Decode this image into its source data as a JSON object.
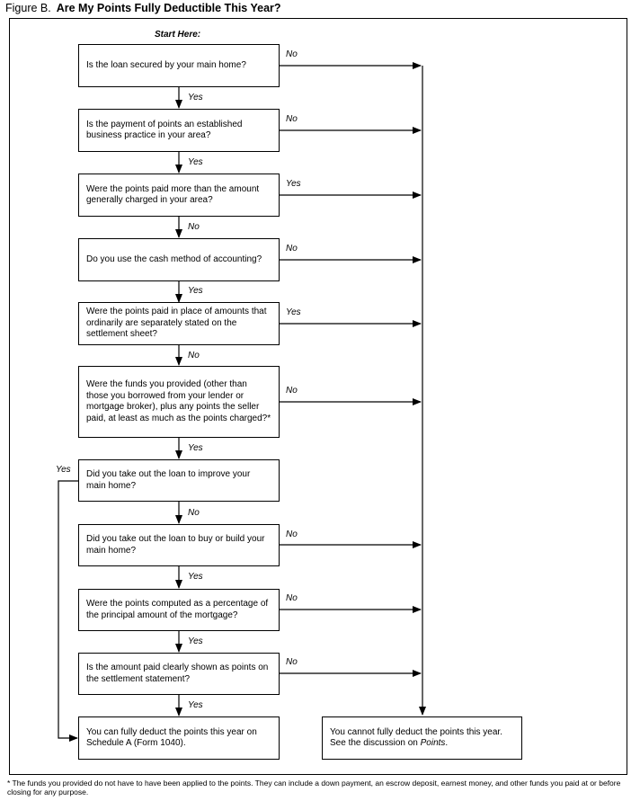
{
  "figure": {
    "label": "Figure B.",
    "title": "Are My Points Fully Deductible This Year?"
  },
  "start_label": "Start Here:",
  "questions": [
    {
      "text": "Is the loan secured by your main home?"
    },
    {
      "text": "Is the payment of points an established business practice in your area?"
    },
    {
      "text": "Were the points paid more than the amount generally charged in your area?"
    },
    {
      "text": "Do you use the cash method of accounting?"
    },
    {
      "text": "Were the points paid in place of amounts that ordinarily are separately stated on the settlement sheet?"
    },
    {
      "text": "Were the funds you provided (other than those you borrowed from your lender or mortgage broker), plus any points the seller paid, at least as much as the points charged?*"
    },
    {
      "text": "Did you take out the loan to improve your main home?"
    },
    {
      "text": "Did you take out the loan to buy or build your main home?"
    },
    {
      "text": "Were the points computed as a percentage of the principal amount of the mortgage?"
    },
    {
      "text": "Is the amount paid clearly shown as points on the settlement statement?"
    }
  ],
  "down_labels": [
    "Yes",
    "Yes",
    "No",
    "Yes",
    "No",
    "Yes",
    "No",
    "Yes",
    "Yes",
    "Yes"
  ],
  "side_labels": [
    "No",
    "No",
    "Yes",
    "No",
    "Yes",
    "No",
    "No",
    "No",
    "No"
  ],
  "left_branch_label": "Yes",
  "outcomes": {
    "yes": "You can fully deduct the points this year on Schedule A (Form 1040).",
    "no_part1": "You cannot fully deduct the points this year. See the discussion on ",
    "no_italic": "Points",
    "no_part2": "."
  },
  "footnote": "* The funds you provided do not have to have been applied to the points. They can include a down payment, an escrow deposit, earnest money, and other funds you paid at or before closing for any purpose."
}
